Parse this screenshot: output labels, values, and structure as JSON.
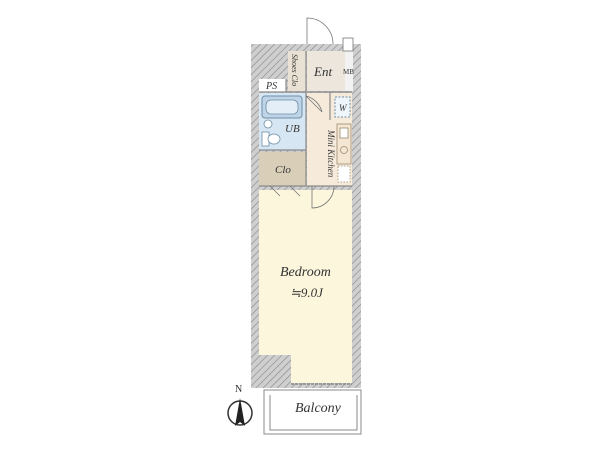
{
  "rooms": {
    "entrance": "Ent",
    "meter_box": "MB",
    "shoe_closet": "Shoes Clo",
    "pipe_space": "PS",
    "unit_bath": "UB",
    "washer": "W",
    "mini_kitchen": "Mini Kitchen",
    "closet": "Clo",
    "bedroom": "Bedroom",
    "bedroom_size": "≒9.0J",
    "balcony": "Balcony"
  },
  "compass": {
    "label": "N"
  },
  "colors": {
    "wall": "#9e9e9e",
    "hatch": "#c8c8c8",
    "bedroom_floor": "#fbf6dc",
    "bath_floor": "#d6e6f2",
    "kitchen_floor": "#f6eadb",
    "closet_floor": "#d9cfb8",
    "entrance_floor": "#ece6dc"
  }
}
